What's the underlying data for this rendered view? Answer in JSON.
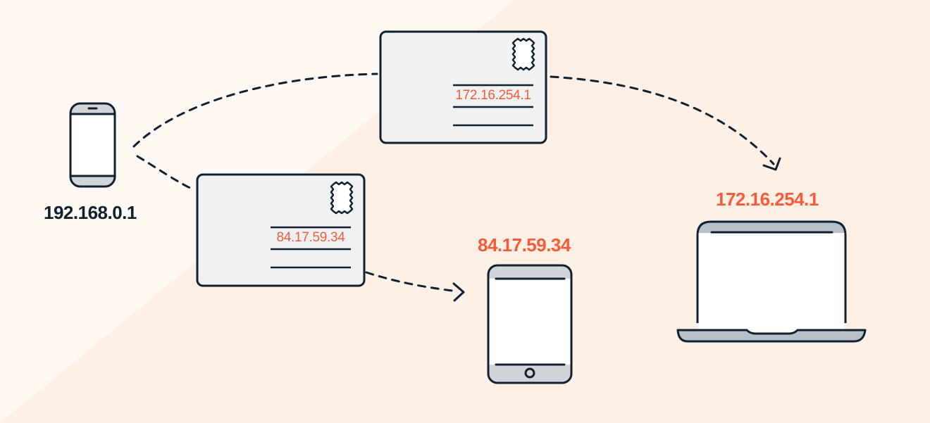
{
  "colors": {
    "background_light": "#fff8f3",
    "background_peach": "#fff0e6",
    "stroke": "#0f2030",
    "accent": "#fa5a37",
    "envelope_fill": "#f0f1f3",
    "device_bezel": "#d1d5d9",
    "laptop_bezel": "#b9c0c7",
    "screen": "#ffffff"
  },
  "devices": {
    "sender": {
      "type": "phone-icon",
      "ip": "192.168.0.1"
    },
    "tablet": {
      "type": "tablet-icon",
      "ip": "84.17.59.34"
    },
    "laptop": {
      "type": "laptop-icon",
      "ip": "172.16.254.1"
    }
  },
  "envelopes": {
    "top": {
      "address": "172.16.254.1",
      "destination": "laptop"
    },
    "bottom": {
      "address": "84.17.59.34",
      "destination": "tablet"
    }
  }
}
